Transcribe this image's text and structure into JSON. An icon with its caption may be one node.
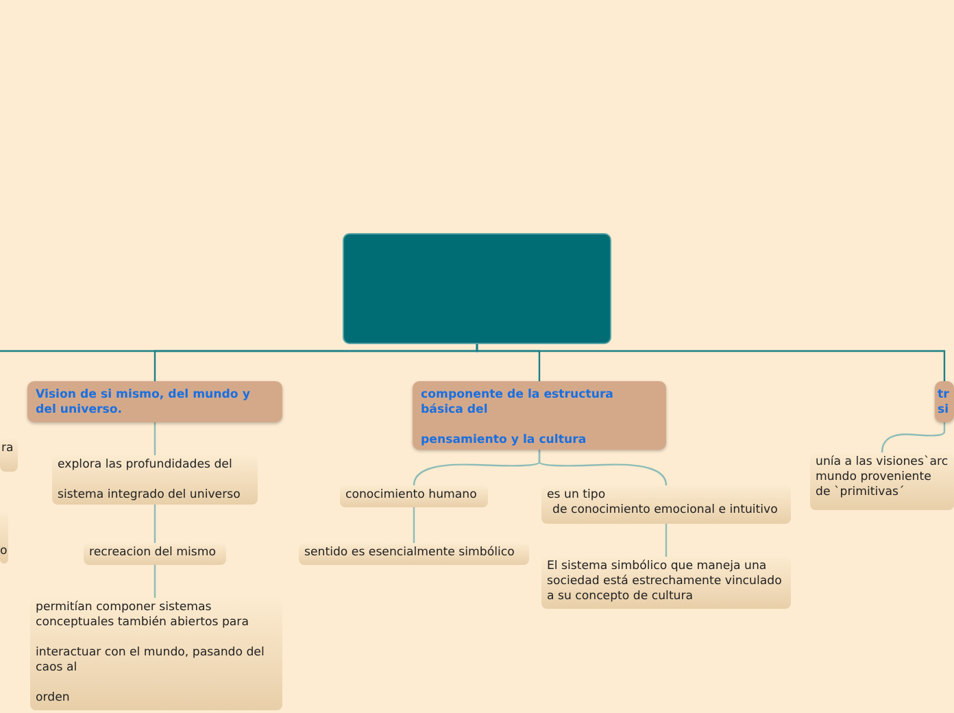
{
  "diagram": {
    "nodes": [
      {
        "text": [],
        "shape": "box"
      },
      {
        "text": [
          "Vision de si mismo, del mundo y del universo."
        ]
      },
      {
        "text": [
          "explora las profundidades del",
          "sistema integrado del universo"
        ]
      },
      {
        "text": [
          "recreacion del mismo"
        ]
      },
      {
        "text": [
          "permitían componer sistemas conceptuales también abiertos para",
          "interactuar con el mundo, pasando del caos al",
          "orden"
        ]
      },
      {
        "text": [
          "componente de la estructura básica del",
          "pensamiento y la cultura"
        ]
      },
      {
        "text": [
          "conocimiento humano"
        ]
      },
      {
        "text": [
          "sentido es esencialmente simbólico"
        ]
      },
      {
        "text": [
          "es un tipo",
          "de conocimiento emocional e intuitivo"
        ]
      },
      {
        "text": [
          "El sistema simbólico que maneja una sociedad está estrechamente vinculado a su concepto de cultura"
        ]
      },
      {
        "text": [
          "tr",
          "si"
        ]
      },
      {
        "text": [
          "unía a las visiones`arc mundo proveniente de `primitivas´"
        ]
      },
      {
        "text": [
          "ra"
        ]
      },
      {
        "text": [
          "o"
        ]
      }
    ],
    "edges": [
      {
        "from": 0,
        "to": null,
        "arrow": "none",
        "color": "#1b7f86"
      },
      {
        "from": 0,
        "to": 1,
        "arrow": "none",
        "color": "#1b7f86"
      },
      {
        "from": 0,
        "to": 5,
        "arrow": "none",
        "color": "#1b7f86"
      },
      {
        "from": 0,
        "to": 10,
        "arrow": "none",
        "color": "#1b7f86"
      },
      {
        "from": 1,
        "to": 2,
        "arrow": "none"
      },
      {
        "from": 2,
        "to": 3,
        "arrow": "none"
      },
      {
        "from": 3,
        "to": 4,
        "arrow": "none"
      },
      {
        "from": 5,
        "to": 6,
        "arrow": "none"
      },
      {
        "from": 5,
        "to": 8,
        "arrow": "none"
      },
      {
        "from": 6,
        "to": 7,
        "arrow": "none"
      },
      {
        "from": 8,
        "to": 9,
        "arrow": "none"
      },
      {
        "from": 10,
        "to": 11,
        "arrow": "none"
      }
    ]
  }
}
